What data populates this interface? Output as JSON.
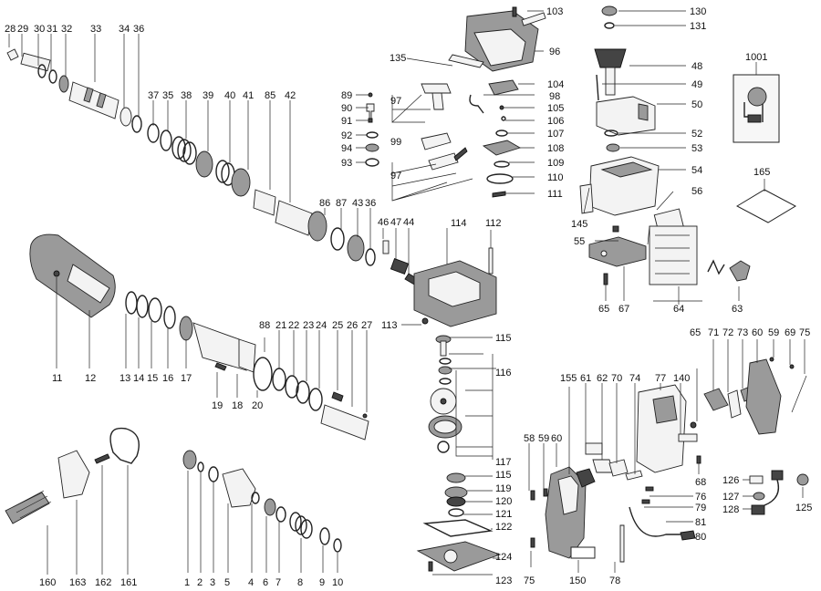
{
  "labels": {
    "n1": "1",
    "n2": "2",
    "n3": "3",
    "n4": "4",
    "n5": "5",
    "n6": "6",
    "n7": "7",
    "n8": "8",
    "n9": "9",
    "n10": "10",
    "n11": "11",
    "n12": "12",
    "n13": "13",
    "n14": "14",
    "n15": "15",
    "n16": "16",
    "n17": "17",
    "n18": "18",
    "n19": "19",
    "n20": "20",
    "n21": "21",
    "n22": "22",
    "n23": "23",
    "n24": "24",
    "n25": "25",
    "n26": "26",
    "n27": "27",
    "n28": "28",
    "n29": "29",
    "n30": "30",
    "n31": "31",
    "n32": "32",
    "n33": "33",
    "n34": "34",
    "n35": "35",
    "n36a": "36",
    "n36b": "36",
    "n37": "37",
    "n38": "38",
    "n39": "39",
    "n40": "40",
    "n41": "41",
    "n42": "42",
    "n43": "43",
    "n44": "44",
    "n46": "46",
    "n47": "47",
    "n48": "48",
    "n49": "49",
    "n50": "50",
    "n52": "52",
    "n53": "53",
    "n54": "54",
    "n55": "55",
    "n56": "56",
    "n58": "58",
    "n59a": "59",
    "n59b": "59",
    "n60a": "60",
    "n60b": "60",
    "n61": "61",
    "n62": "62",
    "n63": "63",
    "n64": "64",
    "n65a": "65",
    "n65b": "65",
    "n67": "67",
    "n68": "68",
    "n69": "69",
    "n70": "70",
    "n71": "71",
    "n72": "72",
    "n73": "73",
    "n74": "74",
    "n75a": "75",
    "n75b": "75",
    "n76": "76",
    "n77": "77",
    "n78": "78",
    "n79": "79",
    "n80": "80",
    "n81": "81",
    "n85": "85",
    "n86": "86",
    "n87": "87",
    "n88": "88",
    "n89": "89",
    "n90": "90",
    "n91": "91",
    "n92": "92",
    "n93": "93",
    "n94": "94",
    "n96": "96",
    "n97a": "97",
    "n97b": "97",
    "n98": "98",
    "n99": "99",
    "n103": "103",
    "n104": "104",
    "n105": "105",
    "n106": "106",
    "n107": "107",
    "n108": "108",
    "n109": "109",
    "n110": "110",
    "n111": "111",
    "n112": "112",
    "n113": "113",
    "n114": "114",
    "n115a": "115",
    "n115b": "115",
    "n116": "116",
    "n117": "117",
    "n119": "119",
    "n120": "120",
    "n121": "121",
    "n122": "122",
    "n123": "123",
    "n124": "124",
    "n125": "125",
    "n126": "126",
    "n127": "127",
    "n128": "128",
    "n130": "130",
    "n131": "131",
    "n135": "135",
    "n140": "140",
    "n145": "145",
    "n150": "150",
    "n155": "155",
    "n160": "160",
    "n161": "161",
    "n162": "162",
    "n163": "163",
    "n165": "165",
    "n1001": "1001"
  }
}
